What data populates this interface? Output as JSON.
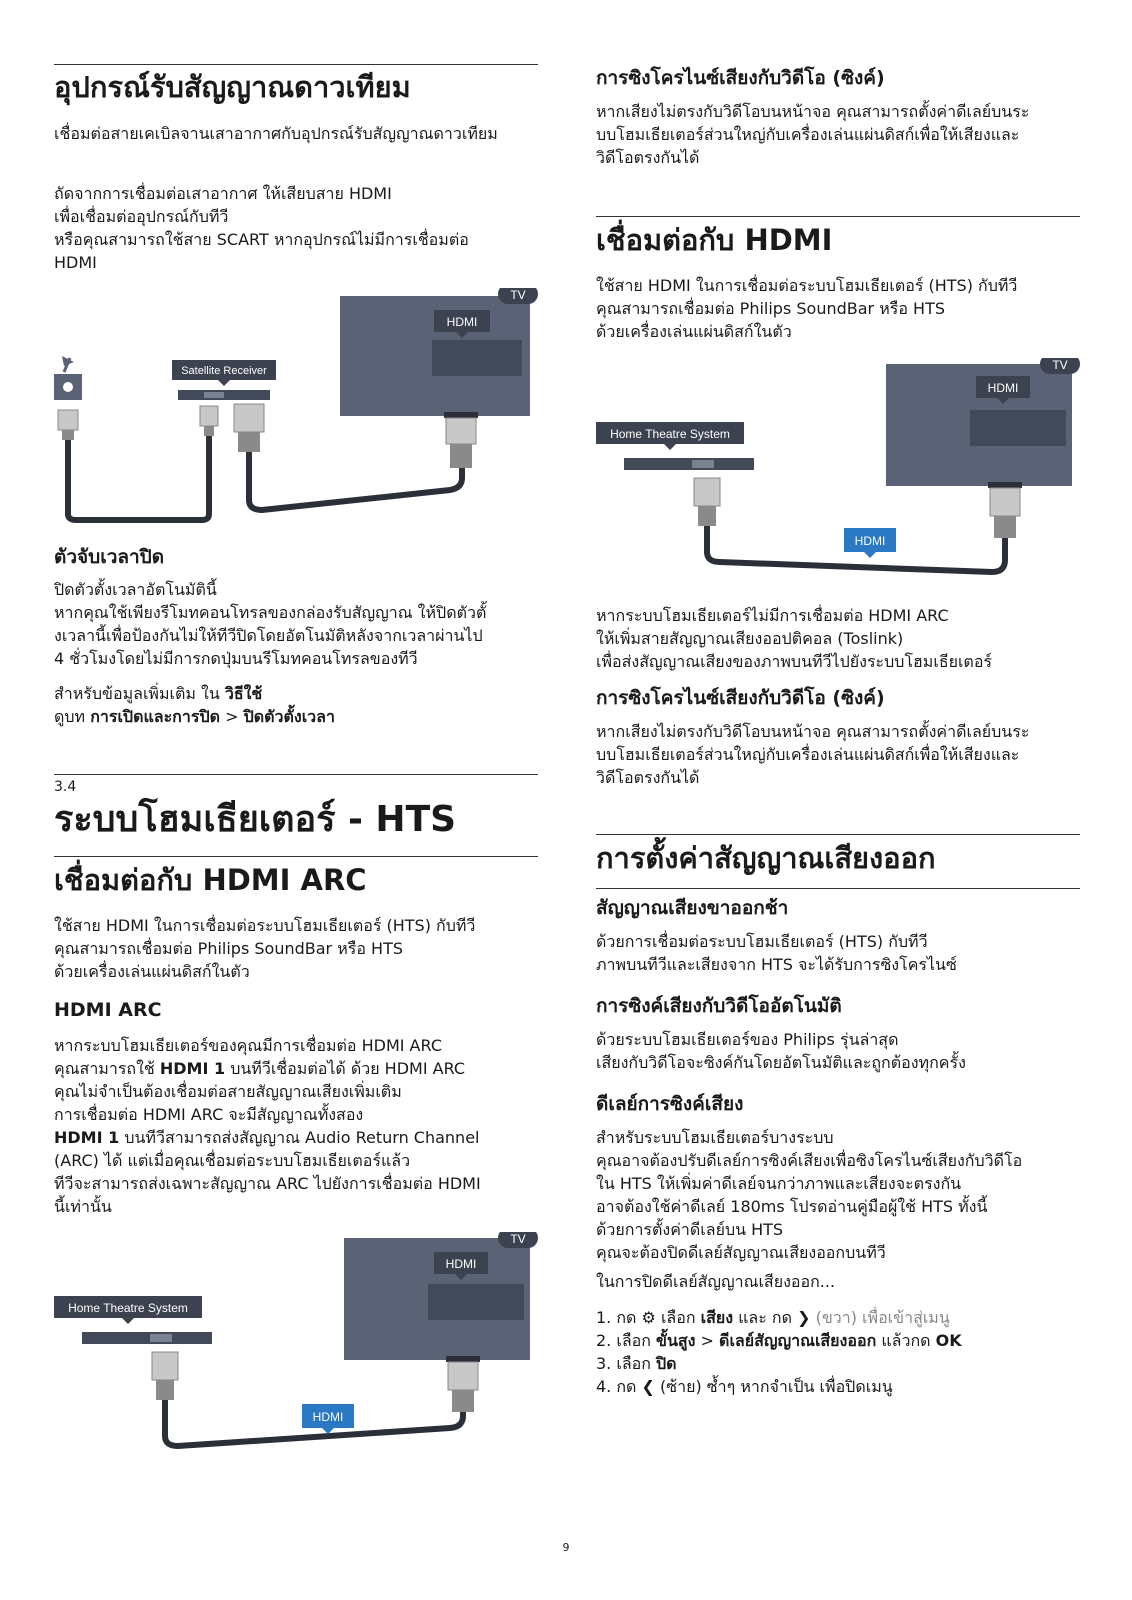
{
  "page_number": "9",
  "left": {
    "satellite": {
      "heading": "อุปกรณ์รับสัญญาณดาวเทียม",
      "para1": "เชื่อมต่อสายเคเบิลจานเสาอากาศกับอุปกรณ์รับสัญญาณดาวเทียม",
      "para2_lines": [
        "ถัดจากการเชื่อมต่อเสาอากาศ ให้เสียบสาย HDMI",
        "เพื่อเชื่อมต่ออุปกรณ์กับทีวี",
        "หรือคุณสามารถใช้สาย SCART หากอุปกรณ์ไม่มีการเชื่อมต่อ",
        "HDMI"
      ],
      "diagram": {
        "tv_badge": "TV",
        "hdmi_label": "HDMI",
        "device_label": "Satellite Receiver"
      }
    },
    "timer": {
      "heading": "ตัวจับเวลาปิด",
      "lines": [
        "ปิดตัวตั้งเวลาอัตโนมัตินี้",
        "หากคุณใช้เพียงรีโมทคอนโทรลของกล่องรับสัญญาณ ให้ปิดตัวตั้",
        "งเวลานี้เพื่อป้องกันไม่ให้ทีวีปิดโดยอัตโนมัติหลังจากเวลาผ่านไป",
        "4 ชั่วโมงโดยไม่มีการกดปุ่มบนรีโมทคอนโทรลของทีวี"
      ],
      "more_prefix": "สำหรับข้อมูลเพิ่มเติม ใน ",
      "more_bold": "วิธีใช้",
      "see_prefix": "ดูบท ",
      "see_bold1": "การเปิดและการปิด",
      "see_sep": " > ",
      "see_bold2": "ปิดตัวตั้งเวลา"
    },
    "section": {
      "number": "3.4",
      "title": "ระบบโฮมเธียเตอร์ - HTS"
    },
    "arc": {
      "heading": "เชื่อมต่อกับ HDMI ARC",
      "intro_lines": [
        "ใช้สาย HDMI ในการเชื่อมต่อระบบโฮมเธียเตอร์ (HTS) กับทีวี",
        "คุณสามารถเชื่อมต่อ Philips SoundBar หรือ HTS",
        "ด้วยเครื่องเล่นแผ่นดิสก์ในตัว"
      ],
      "subheading": "HDMI ARC",
      "l1": "หากระบบโฮมเธียเตอร์ของคุณมีการเชื่อมต่อ HDMI ARC",
      "l2_a": "คุณสามารถใช้ ",
      "l2_b": "HDMI 1",
      "l2_c": " บนทีวีเชื่อมต่อได้ ด้วย HDMI ARC",
      "l3": "คุณไม่จำเป็นต้องเชื่อมต่อสายสัญญาณเสียงเพิ่มเติม",
      "l4": "การเชื่อมต่อ HDMI ARC จะมีสัญญาณทั้งสอง",
      "l5_b": "HDMI 1",
      "l5_c": " บนทีวีสามารถส่งสัญญาณ Audio Return Channel",
      "l6": "(ARC) ได้ แต่เมื่อคุณเชื่อมต่อระบบโฮมเธียเตอร์แล้ว",
      "l7": "ทีวีจะสามารถส่งเฉพาะสัญญาณ ARC ไปยังการเชื่อมต่อ HDMI",
      "l8": "นี้เท่านั้น",
      "diagram": {
        "tv_badge": "TV",
        "hdmi_label": "HDMI",
        "device_label": "Home Theatre System",
        "cable_label": "HDMI"
      }
    }
  },
  "right": {
    "sync_top": {
      "heading": "การซิงโครไนซ์เสียงกับวิดีโอ (ซิงค์)",
      "lines": [
        "หากเสียงไม่ตรงกับวิดีโอบนหน้าจอ คุณสามารถตั้งค่าดีเลย์บนระ",
        "บบโฮมเธียเตอร์ส่วนใหญ่กับเครื่องเล่นแผ่นดิสก์เพื่อให้เสียงและ",
        "วิดีโอตรงกันได้"
      ]
    },
    "hdmi": {
      "heading": "เชื่อมต่อกับ HDMI",
      "intro_lines": [
        "ใช้สาย HDMI ในการเชื่อมต่อระบบโฮมเธียเตอร์ (HTS) กับทีวี",
        "คุณสามารถเชื่อมต่อ Philips SoundBar หรือ HTS",
        "ด้วยเครื่องเล่นแผ่นดิสก์ในตัว"
      ],
      "diagram": {
        "tv_badge": "TV",
        "hdmi_label": "HDMI",
        "device_label": "Home Theatre System",
        "cable_label": "HDMI"
      },
      "after_lines": [
        "หากระบบโฮมเธียเตอร์ไม่มีการเชื่อมต่อ HDMI ARC",
        "ให้เพิ่มสายสัญญาณเสียงออปติคอล (Toslink)",
        "เพื่อส่งสัญญาณเสียงของภาพบนทีวีไปยังระบบโฮมเธียเตอร์"
      ]
    },
    "sync_mid": {
      "heading": "การซิงโครไนซ์เสียงกับวิดีโอ (ซิงค์)",
      "lines": [
        "หากเสียงไม่ตรงกับวิดีโอบนหน้าจอ คุณสามารถตั้งค่าดีเลย์บนระ",
        "บบโฮมเธียเตอร์ส่วนใหญ่กับเครื่องเล่นแผ่นดิสก์เพื่อให้เสียงและ",
        "วิดีโอตรงกันได้"
      ]
    },
    "audio_out": {
      "heading": "การตั้งค่าสัญญาณเสียงออก",
      "delay_heading": "สัญญาณเสียงขาออกช้า",
      "delay_lines": [
        "ด้วยการเชื่อมต่อระบบโฮมเธียเตอร์ (HTS) กับทีวี",
        "ภาพบนทีวีและเสียงจาก HTS จะได้รับการซิงโครไนซ์"
      ],
      "auto_heading": "การซิงค์เสียงกับวิดีโออัตโนมัติ",
      "auto_lines": [
        "ด้วยระบบโฮมเธียเตอร์ของ Philips รุ่นล่าสุด",
        "เสียงกับวิดีโอจะซิงค์กันโดยอัตโนมัติและถูกต้องทุกครั้ง"
      ],
      "sync_delay_heading": "ดีเลย์การซิงค์เสียง",
      "sync_delay_lines": [
        "สำหรับระบบโฮมเธียเตอร์บางระบบ",
        "คุณอาจต้องปรับดีเลย์การซิงค์เสียงเพื่อซิงโครไนซ์เสียงกับวิดีโอ",
        "ใน HTS ให้เพิ่มค่าดีเลย์จนกว่าภาพและเสียงจะตรงกัน",
        "อาจต้องใช้ค่าดีเลย์ 180ms โปรดอ่านคู่มือผู้ใช้ HTS ทั้งนี้",
        "ด้วยการตั้งค่าดีเลย์บน HTS",
        "คุณจะต้องปิดดีเลย์สัญญาณเสียงออกบนทีวี"
      ],
      "how_to": "ในการปิดดีเลย์สัญญาณเสียงออก...",
      "step1_a": "1. กด ",
      "step1_icon": "gear-icon",
      "step1_b": " เลือก ",
      "step1_bold": "เสียง",
      "step1_c": " และ กด ",
      "step1_icon2": "chevron-right-icon",
      "step1_d": " (ขวา) เพื่อเข้าสู่เมนู",
      "step2_a": "2. เลือก ",
      "step2_b1": "ขั้นสูง",
      "step2_sep": " > ",
      "step2_b2": "ดีเลย์สัญญาณเสียงออก",
      "step2_c": " แล้วกด ",
      "step2_b3": "OK",
      "step3_a": "3. เลือก ",
      "step3_b": "ปิด",
      "step4_a": "4. กด ",
      "step4_icon": "chevron-left-icon",
      "step4_b": " (ซ้าย) ซ้ำๆ หากจำเป็น เพื่อปิดเมนู"
    }
  },
  "colors": {
    "tv_body": "#5a6275",
    "panel": "#424a5a",
    "label_bg": "#3c4250",
    "cable_badge": "#2b78c4",
    "cable": "#2a2f38"
  }
}
